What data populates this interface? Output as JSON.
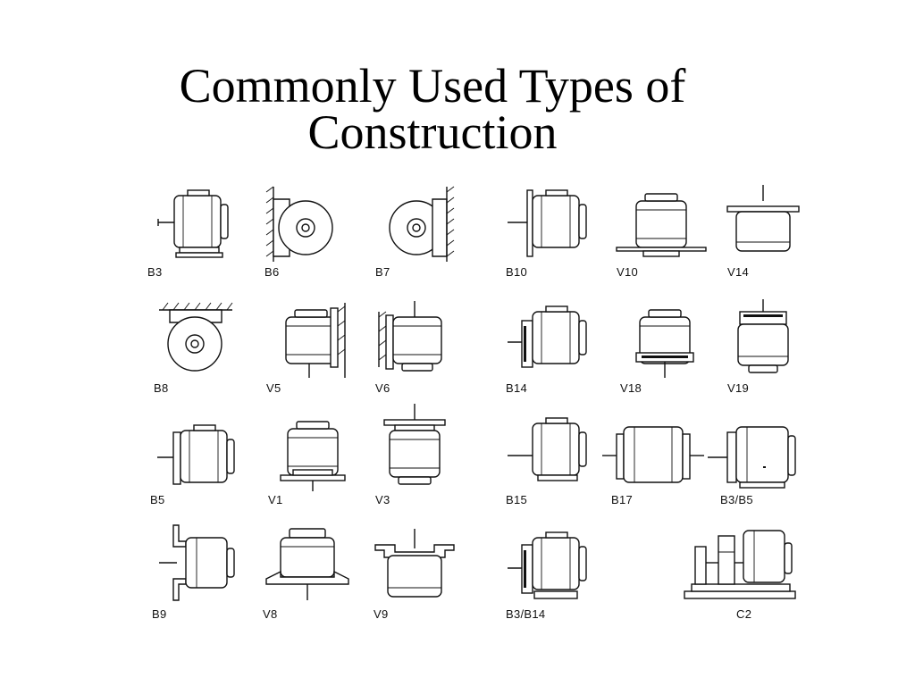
{
  "title": {
    "line1": "Commonly Used Types of",
    "line2": "Construction"
  },
  "diagram": {
    "rows": [
      [
        "B3",
        "B6",
        "B7",
        "B10",
        "V10",
        "V14"
      ],
      [
        "B8",
        "V5",
        "V6",
        "B14",
        "V18",
        "V19"
      ],
      [
        "B5",
        "V1",
        "V3",
        "B15",
        "B17",
        "B3/B5"
      ],
      [
        "B9",
        "V8",
        "V9",
        "B3/B14",
        "",
        "C2"
      ]
    ]
  }
}
